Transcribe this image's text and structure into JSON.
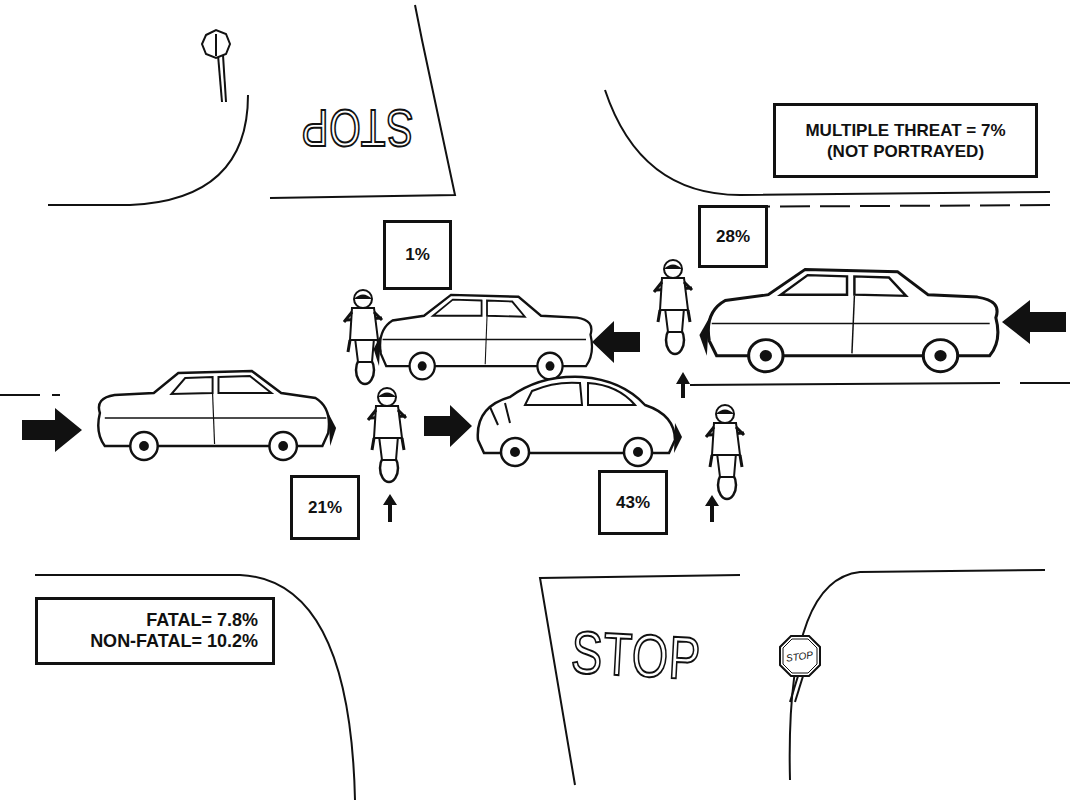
{
  "diagram": {
    "nodes": [
      {
        "text": [
          "MULTIPLE THREAT = 7%",
          "(NOT PORTRAYED)"
        ]
      },
      {
        "text": [
          "28%"
        ]
      },
      {
        "text": [
          "1%"
        ]
      },
      {
        "text": [
          "21%"
        ]
      },
      {
        "text": [
          "43%"
        ]
      },
      {
        "text": [
          "FATAL= 7.8%",
          "NON-FATAL= 10.2%"
        ]
      },
      {
        "text": [
          "STOP"
        ]
      }
    ],
    "labels": [
      "STOP",
      "STOP"
    ]
  }
}
